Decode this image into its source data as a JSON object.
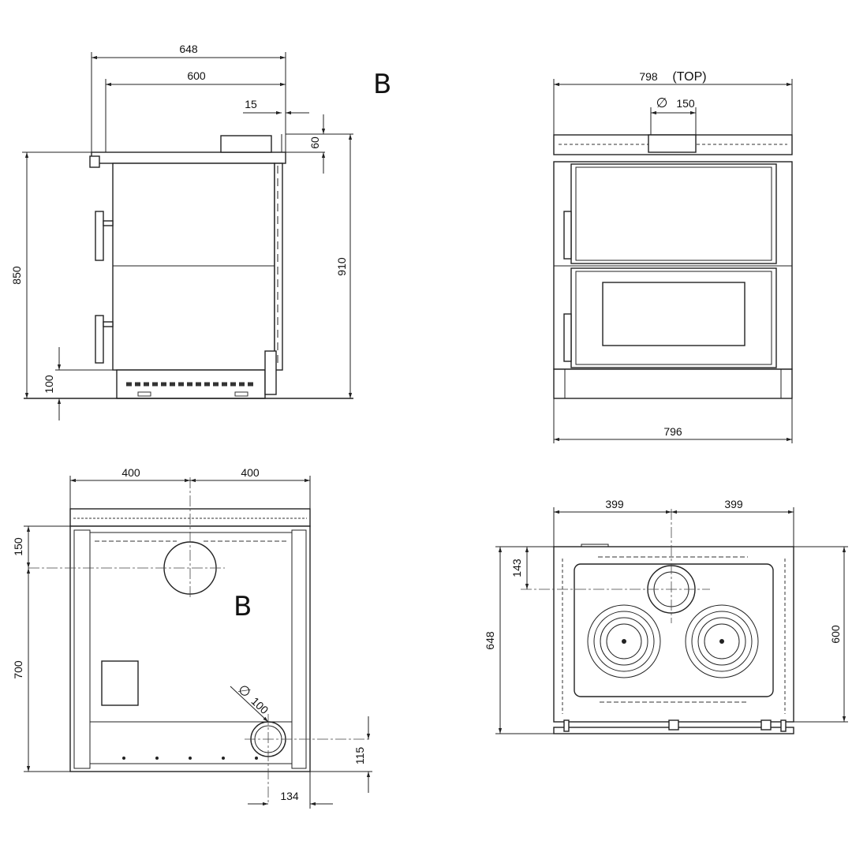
{
  "side_view": {
    "width_outer": "648",
    "width_inner": "600",
    "flue_offset": "15",
    "flue_height": "60",
    "height_body": "850",
    "height_total": "910",
    "plinth": "100",
    "label": "B"
  },
  "front_view": {
    "width_top": "798",
    "width_top_note": "(TOP)",
    "flue_diameter_symbol": "∅",
    "flue_diameter": "150",
    "width_bottom": "796"
  },
  "rear_view": {
    "half_left": "400",
    "half_right": "400",
    "flue_from_top": "150",
    "flue_to_bottom": "700",
    "outlet_diameter_symbol": "∅",
    "outlet_diameter": "100",
    "outlet_from_bottom": "115",
    "outlet_from_side": "134",
    "label": "B"
  },
  "top_view": {
    "half_left": "399",
    "half_right": "399",
    "flue_from_back": "143",
    "depth_total": "648",
    "depth_hob": "600"
  }
}
